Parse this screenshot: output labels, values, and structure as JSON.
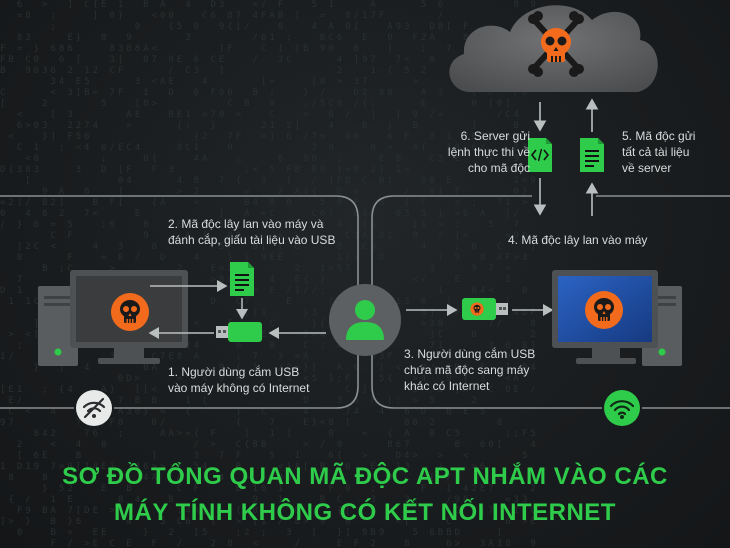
{
  "steps": {
    "step1": "1. Người dùng cắm USB\nvào máy không có Internet",
    "step2": "2. Mã độc lây lan vào máy và\nđánh cắp, giấu tài liệu vào USB",
    "step3": "3. Người dùng cắm USB\nchứa mã độc sang máy\nkhác có Internet",
    "step4": "4. Mã độc lây lan vào máy",
    "step5": "5. Mã độc gửi\ntất cả tài liệu\nvề server",
    "step6": "6. Server gửi\nlệnh thực thi về\ncho mã độc"
  },
  "title": {
    "line1": "SƠ ĐỒ TỔNG QUAN MÃ ĐỘC APT NHẮM VÀO CÁC",
    "line2": "MÁY TÍNH KHÔNG CÓ KẾT NỐI INTERNET"
  },
  "icons": {
    "cloud": "cloud-icon",
    "skull": "skull-crossbones-icon",
    "code": "code-file-icon",
    "document": "document-icon",
    "usb": "usb-drive-icon",
    "user": "user-icon",
    "monitor": "computer-monitor-icon",
    "wifi_off": "wifi-off-icon",
    "wifi_on": "wifi-icon"
  },
  "colors": {
    "background": "#1a1d1f",
    "accent_green": "#2ecc4a",
    "malware_orange": "#f26b1d",
    "cloud_gray": "#5f6163",
    "panel_border": "#8a8f90",
    "screen_blue": "#1f4fa6"
  }
}
